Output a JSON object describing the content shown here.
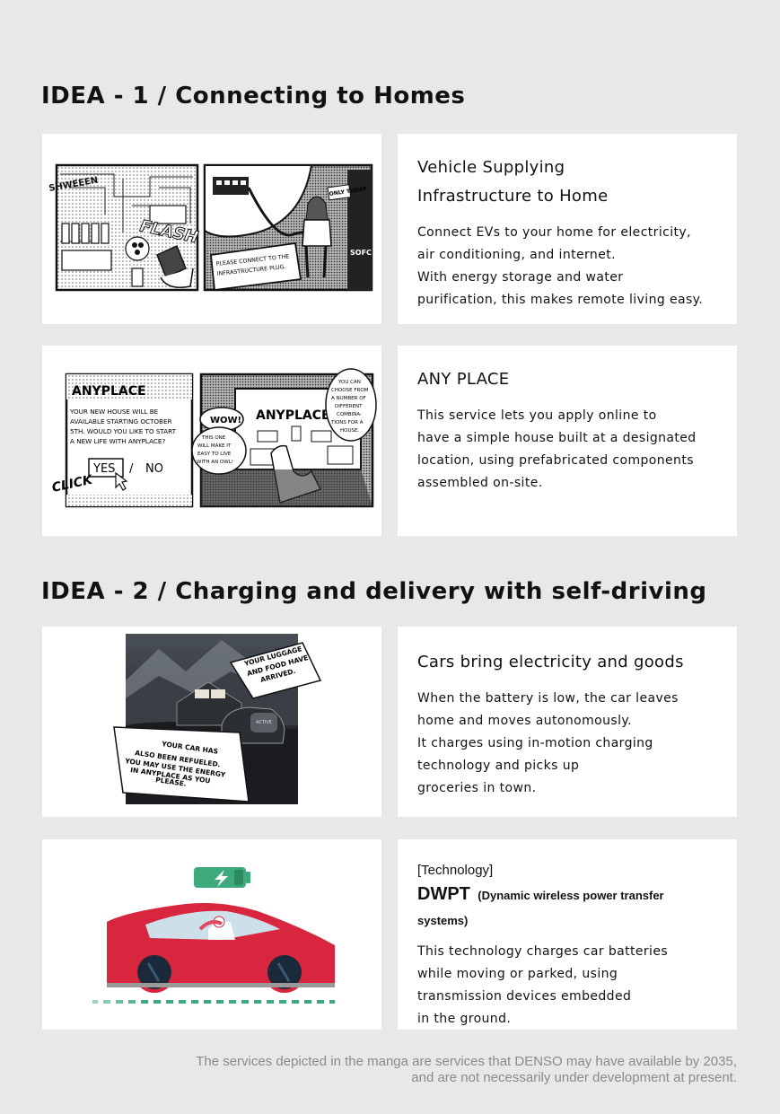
{
  "idea1": {
    "heading": "IDEA - 1 / Connecting  to Homes",
    "card1": {
      "title_line1": "Vehicle Supplying",
      "title_line2": "Infrastructure to Home",
      "body": [
        "Connect EVs to your home for electricity,",
        "air conditioning, and internet.",
        "With energy storage and water",
        "purification, this makes remote living easy."
      ],
      "comic": {
        "sfx1": "SHWEEEN",
        "sfx2": "FLASH",
        "sign": "ONLY TODAY",
        "bubble": [
          "PLEASE CONNECT TO THE",
          "INFRASTRUCTURE PLUG."
        ],
        "panel_label": "SOFC"
      }
    },
    "card2": {
      "title": "ANY PLACE",
      "body": [
        "This service lets you apply online to",
        "have a simple house built at a designated",
        "location, using prefabricated components",
        "assembled on-site."
      ],
      "comic": {
        "screen_title": "ANYPLACE",
        "screen_text": [
          "YOUR NEW HOUSE WILL BE",
          "AVAILABLE STARTING OCTOBER",
          "5TH. WOULD YOU LIKE TO START",
          "A NEW LIFE WITH ANYPLACE?"
        ],
        "yes": "YES",
        "slash": "/",
        "no": "NO",
        "click": "CLICK",
        "wow": "WOW!",
        "owl_bubble": [
          "THIS ONE",
          "WILL MAKE IT",
          "EASY TO LIVE",
          "WITH AN OWL!"
        ],
        "laptop_title": "ANYPLACE",
        "choose_bubble": [
          "YOU CAN",
          "CHOOSE FROM",
          "A NUMBER OF",
          "DIFFERENT",
          "COMBINA-",
          "TIONS FOR A",
          "HOUSE."
        ]
      }
    }
  },
  "idea2": {
    "heading": "IDEA - 2 / Charging and delivery with self-driving",
    "card1": {
      "title": "Cars bring electricity and goods",
      "body": [
        "When the battery is low, the car leaves",
        "home and moves autonomously.",
        "It charges using in-motion charging",
        "technology and picks up",
        "groceries in town."
      ],
      "comic": {
        "bubble_top": [
          "YOUR LUGGAGE",
          "AND FOOD HAVE",
          "ARRIVED."
        ],
        "bubble_bottom": [
          "YOUR CAR HAS",
          "ALSO BEEN REFUELED.",
          "YOU MAY USE THE ENERGY",
          "IN ANYPLACE AS YOU",
          "PLEASE."
        ],
        "car_badge": "ACTIVE"
      }
    },
    "card2": {
      "tag": "[Technology]",
      "title_main": "DWPT",
      "title_sub": "(Dynamic wireless power transfer systems)",
      "body": [
        "This technology charges car batteries",
        "while moving or parked, using",
        "transmission devices embedded",
        "in the ground."
      ]
    }
  },
  "footnote": [
    "The services depicted in the manga are services that DENSO may have available by 2035,",
    "and are not necessarily under development at present."
  ],
  "colors": {
    "background": "#e8e8e8",
    "card": "#ffffff",
    "car_red": "#d7263d",
    "battery_green": "#3daa7d",
    "dash_green": "#3daa7d"
  },
  "icons": {
    "battery": "battery-charging-icon",
    "cursor": "cursor-icon"
  }
}
